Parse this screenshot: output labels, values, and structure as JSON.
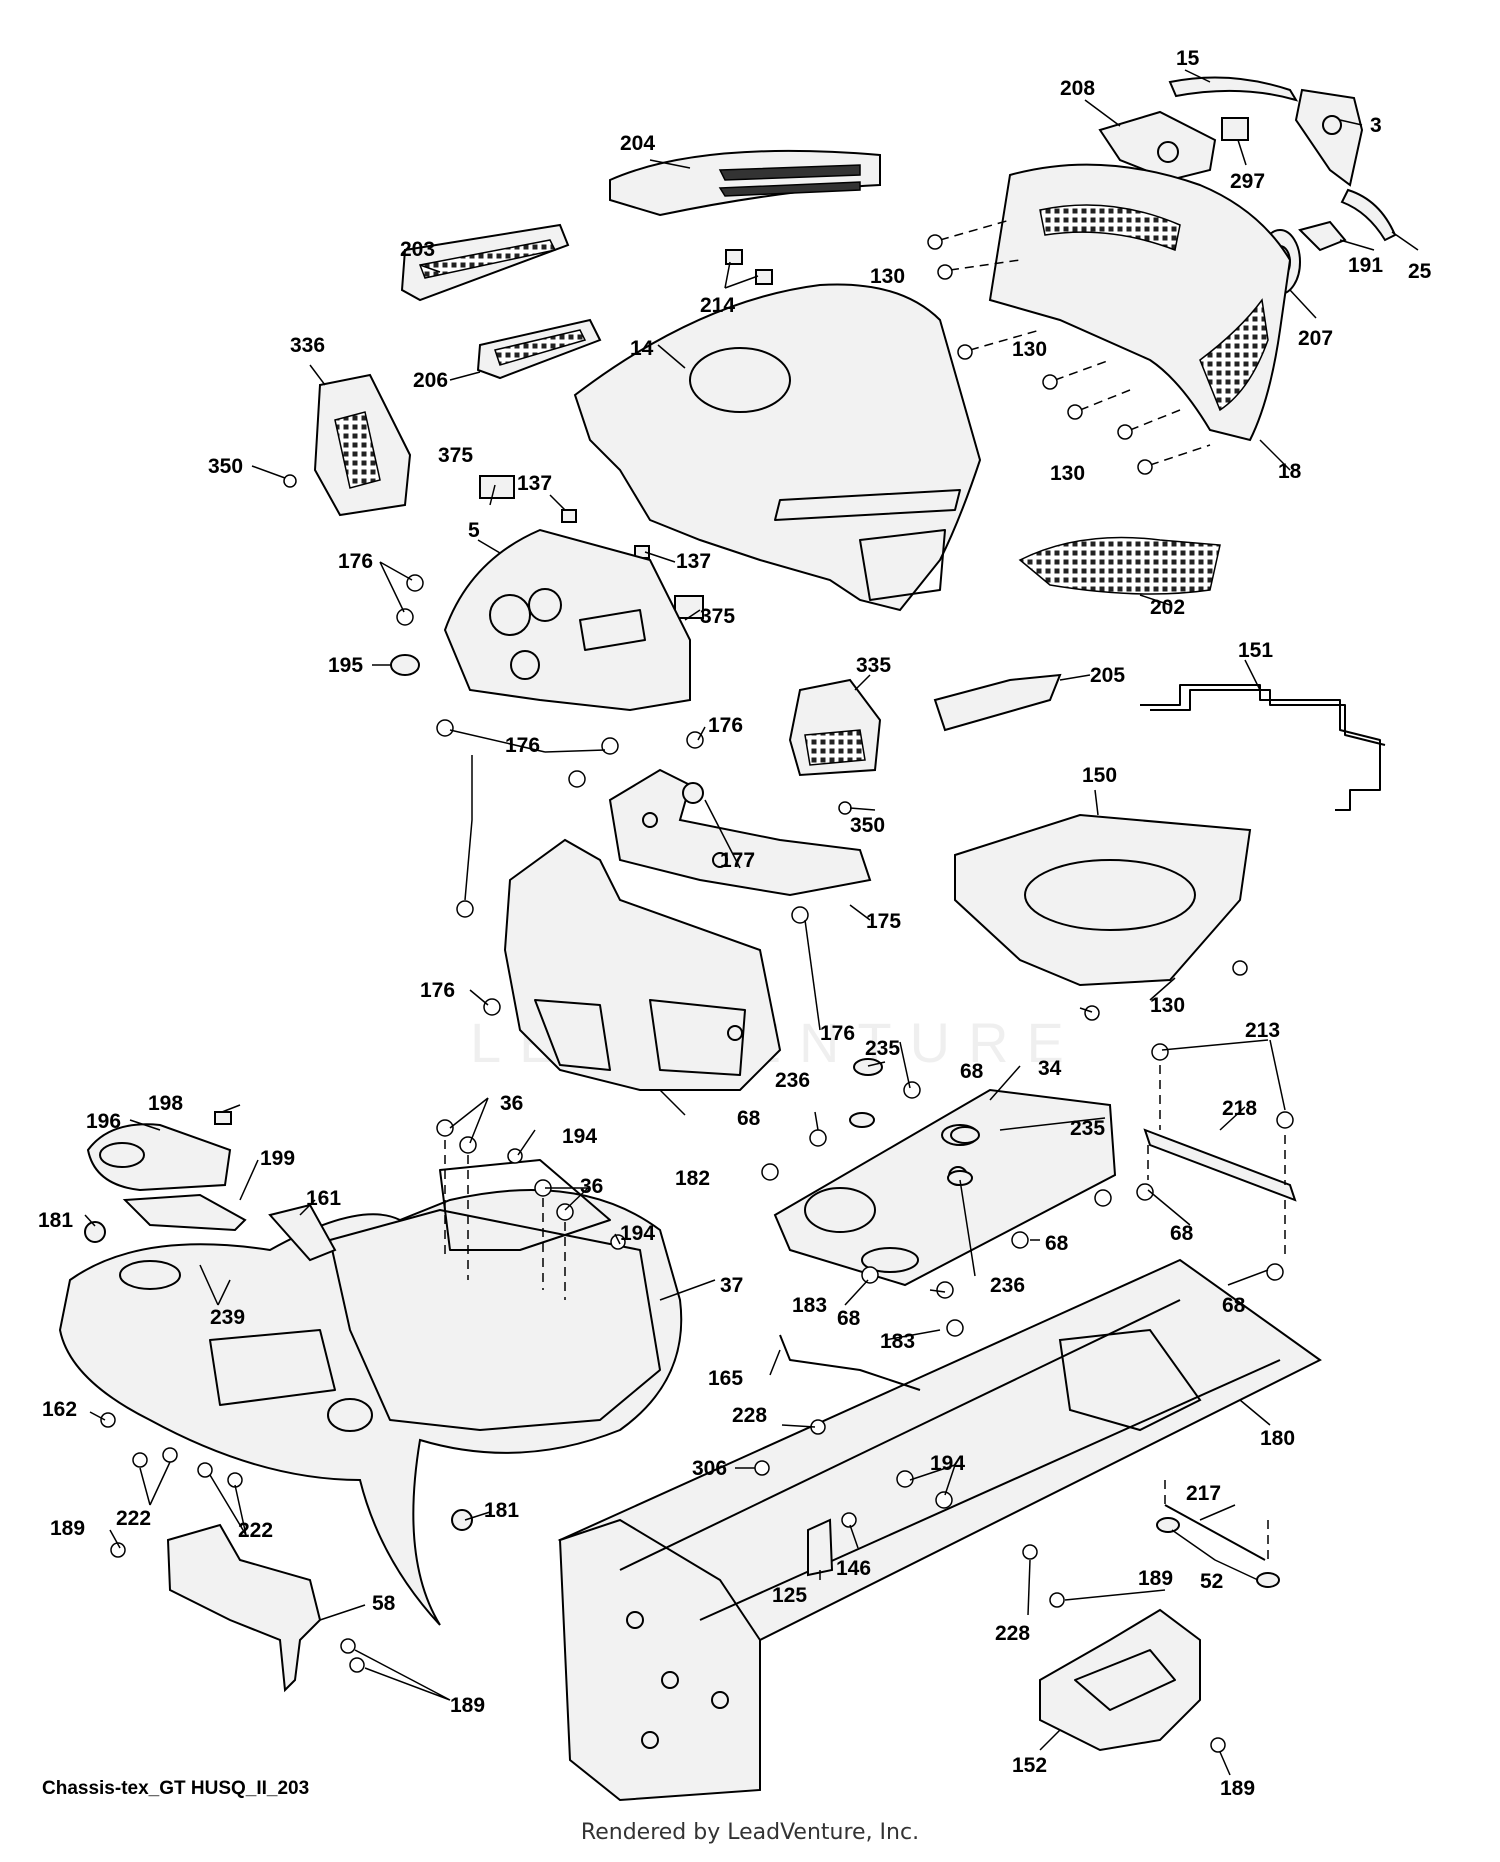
{
  "diagram_title": "Chassis-tex_GT HUSQ_II_203",
  "footer": "Rendered by LeadVenture, Inc.",
  "watermark": "LEADVENTURE",
  "labels": {
    "l15": "15",
    "l208": "208",
    "l3": "3",
    "l204": "204",
    "l297": "297",
    "l25": "25",
    "l191": "191",
    "l207": "207",
    "l203": "203",
    "l130a": "130",
    "l130b": "130",
    "l130c": "130",
    "l214": "214",
    "l14": "14",
    "l336": "336",
    "l206": "206",
    "l18": "18",
    "l350a": "350",
    "l375a": "375",
    "l137a": "137",
    "l5": "5",
    "l137b": "137",
    "l176a": "176",
    "l375b": "375",
    "l202": "202",
    "l195": "195",
    "l335": "335",
    "l205": "205",
    "l151": "151",
    "l176b": "176",
    "l176c": "176",
    "l350b": "350",
    "l150": "150",
    "l177": "177",
    "l175": "175",
    "l176d": "176",
    "l130d": "130",
    "l176e": "176",
    "l235a": "235",
    "l213": "213",
    "l236a": "236",
    "l68a": "68",
    "l34": "34",
    "l198": "198",
    "l36a": "36",
    "l218": "218",
    "l196": "196",
    "l194a": "194",
    "l68b": "68",
    "l235b": "235",
    "l182": "182",
    "l199": "199",
    "l161": "161",
    "l36b": "36",
    "l181a": "181",
    "l194b": "194",
    "l68c": "68",
    "l68d": "68",
    "l239": "239",
    "l37": "37",
    "l183a": "183",
    "l236b": "236",
    "l68e": "68",
    "l68f": "68",
    "l183b": "183",
    "l165": "165",
    "l162": "162",
    "l228a": "228",
    "l180": "180",
    "l306": "306",
    "l194c": "194",
    "l222a": "222",
    "l217": "217",
    "l189a": "189",
    "l222b": "222",
    "l181b": "181",
    "l146": "146",
    "l52": "52",
    "l125": "125",
    "l58": "58",
    "l189b": "189",
    "l228b": "228",
    "l189c": "189",
    "l152": "152",
    "l189d": "189"
  }
}
